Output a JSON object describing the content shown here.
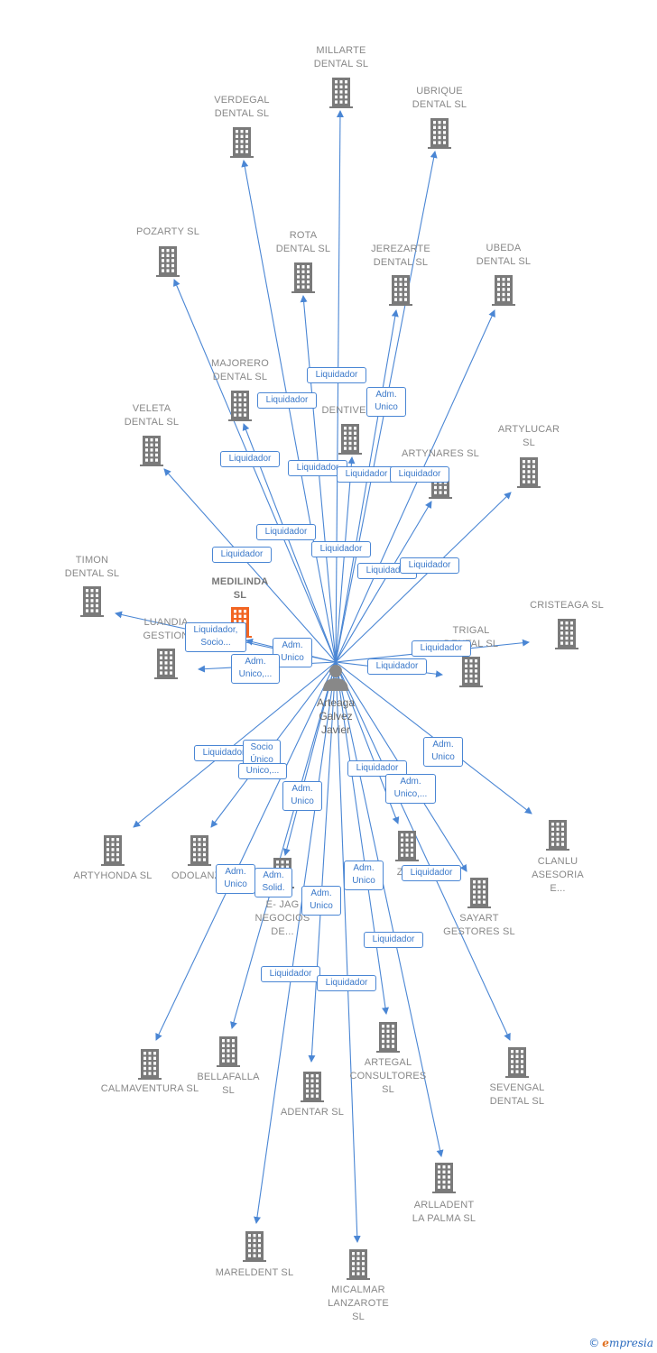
{
  "colors": {
    "edge": "#4a86d4",
    "building": "#7a7a7a",
    "highlight": "#f26522",
    "person": "#888888"
  },
  "person": {
    "label": "Arteaga\nGalvez\nJavier",
    "icon": "person-icon"
  },
  "companies": [
    {
      "id": "millarte",
      "label": "MILLARTE\nDENTAL SL"
    },
    {
      "id": "verdegal",
      "label": "VERDEGAL\nDENTAL  SL"
    },
    {
      "id": "ubrique",
      "label": "UBRIQUE\nDENTAL  SL"
    },
    {
      "id": "pozarty",
      "label": "POZARTY  SL"
    },
    {
      "id": "rota",
      "label": "ROTA\nDENTAL  SL"
    },
    {
      "id": "jerezarte",
      "label": "JEREZARTE\nDENTAL  SL"
    },
    {
      "id": "ubeda",
      "label": "UBEDA\nDENTAL SL"
    },
    {
      "id": "majorero",
      "label": "MAJORERO\nDENTAL SL"
    },
    {
      "id": "dentivela",
      "label": "DENTIVELA"
    },
    {
      "id": "veleta",
      "label": "VELETA\nDENTAL SL"
    },
    {
      "id": "artynares",
      "label": "ARTYNARES SL"
    },
    {
      "id": "artylucar",
      "label": "ARTYLUCAR\nSL"
    },
    {
      "id": "medilinda",
      "label": "MEDILINDA\nSL",
      "highlight": true
    },
    {
      "id": "timon",
      "label": "TIMON\nDENTAL SL"
    },
    {
      "id": "luandia",
      "label": "LUANDIA\nGESTION"
    },
    {
      "id": "trigal",
      "label": "TRIGAL\nDENTAL  SL"
    },
    {
      "id": "cristeaga",
      "label": "CRISTEAGA SL"
    },
    {
      "id": "artyhonda",
      "label": "ARTYHONDA SL"
    },
    {
      "id": "odolanza",
      "label": "ODOLANZA"
    },
    {
      "id": "ejag",
      "label": "E- JAG\nNEGOCIOS\nDE..."
    },
    {
      "id": "zar",
      "label": "ZAR"
    },
    {
      "id": "clanlu",
      "label": "CLANLU\nASESORIA\nE..."
    },
    {
      "id": "sayart",
      "label": "SAYART\nGESTORES  SL"
    },
    {
      "id": "calmaventura",
      "label": "CALMAVENTURA SL"
    },
    {
      "id": "bellafalla",
      "label": "BELLAFALLA\nSL"
    },
    {
      "id": "adentar",
      "label": "ADENTAR  SL"
    },
    {
      "id": "artegal",
      "label": "ARTEGAL\nCONSULTORES\nSL"
    },
    {
      "id": "sevengal",
      "label": "SEVENGAL\nDENTAL  SL"
    },
    {
      "id": "arlladent",
      "label": "ARLLADENT\nLA PALMA SL"
    },
    {
      "id": "mareldent",
      "label": "MARELDENT SL"
    },
    {
      "id": "micalmar",
      "label": "MICALMAR\nLANZAROTE\nSL"
    }
  ],
  "roles": [
    {
      "label": "Liquidador"
    },
    {
      "label": "Liquidador"
    },
    {
      "label": "Adm.\nUnico"
    },
    {
      "label": "Liquidador"
    },
    {
      "label": "Liquidador"
    },
    {
      "label": "Liquidador"
    },
    {
      "label": "Liquidador"
    },
    {
      "label": "Liquidador"
    },
    {
      "label": "Liquidador"
    },
    {
      "label": "Liquidador"
    },
    {
      "label": "Liquidador"
    },
    {
      "label": "Liquidador"
    },
    {
      "label": "Liquidador,\nSocio..."
    },
    {
      "label": "Adm.\nUnico"
    },
    {
      "label": "Adm.\nUnico,..."
    },
    {
      "label": "Liquidador"
    },
    {
      "label": "Liquidador"
    },
    {
      "label": "Liquidador"
    },
    {
      "label": "Socio\nÚnico"
    },
    {
      "label": "Unico,..."
    },
    {
      "label": "Adm.\nUnico"
    },
    {
      "label": "Liquidador"
    },
    {
      "label": "Adm.\nUnico,..."
    },
    {
      "label": "Adm.\nUnico"
    },
    {
      "label": "Adm.\nUnico"
    },
    {
      "label": "Adm.\nSolid."
    },
    {
      "label": "Adm.\nUnico"
    },
    {
      "label": "Adm.\nUnico"
    },
    {
      "label": "Liquidador"
    },
    {
      "label": "Liquidador"
    },
    {
      "label": "Liquidador"
    },
    {
      "label": "Liquidador"
    }
  ],
  "footer": {
    "copyright": "©",
    "brand_e": "e",
    "brand_rest": "mpresia"
  }
}
